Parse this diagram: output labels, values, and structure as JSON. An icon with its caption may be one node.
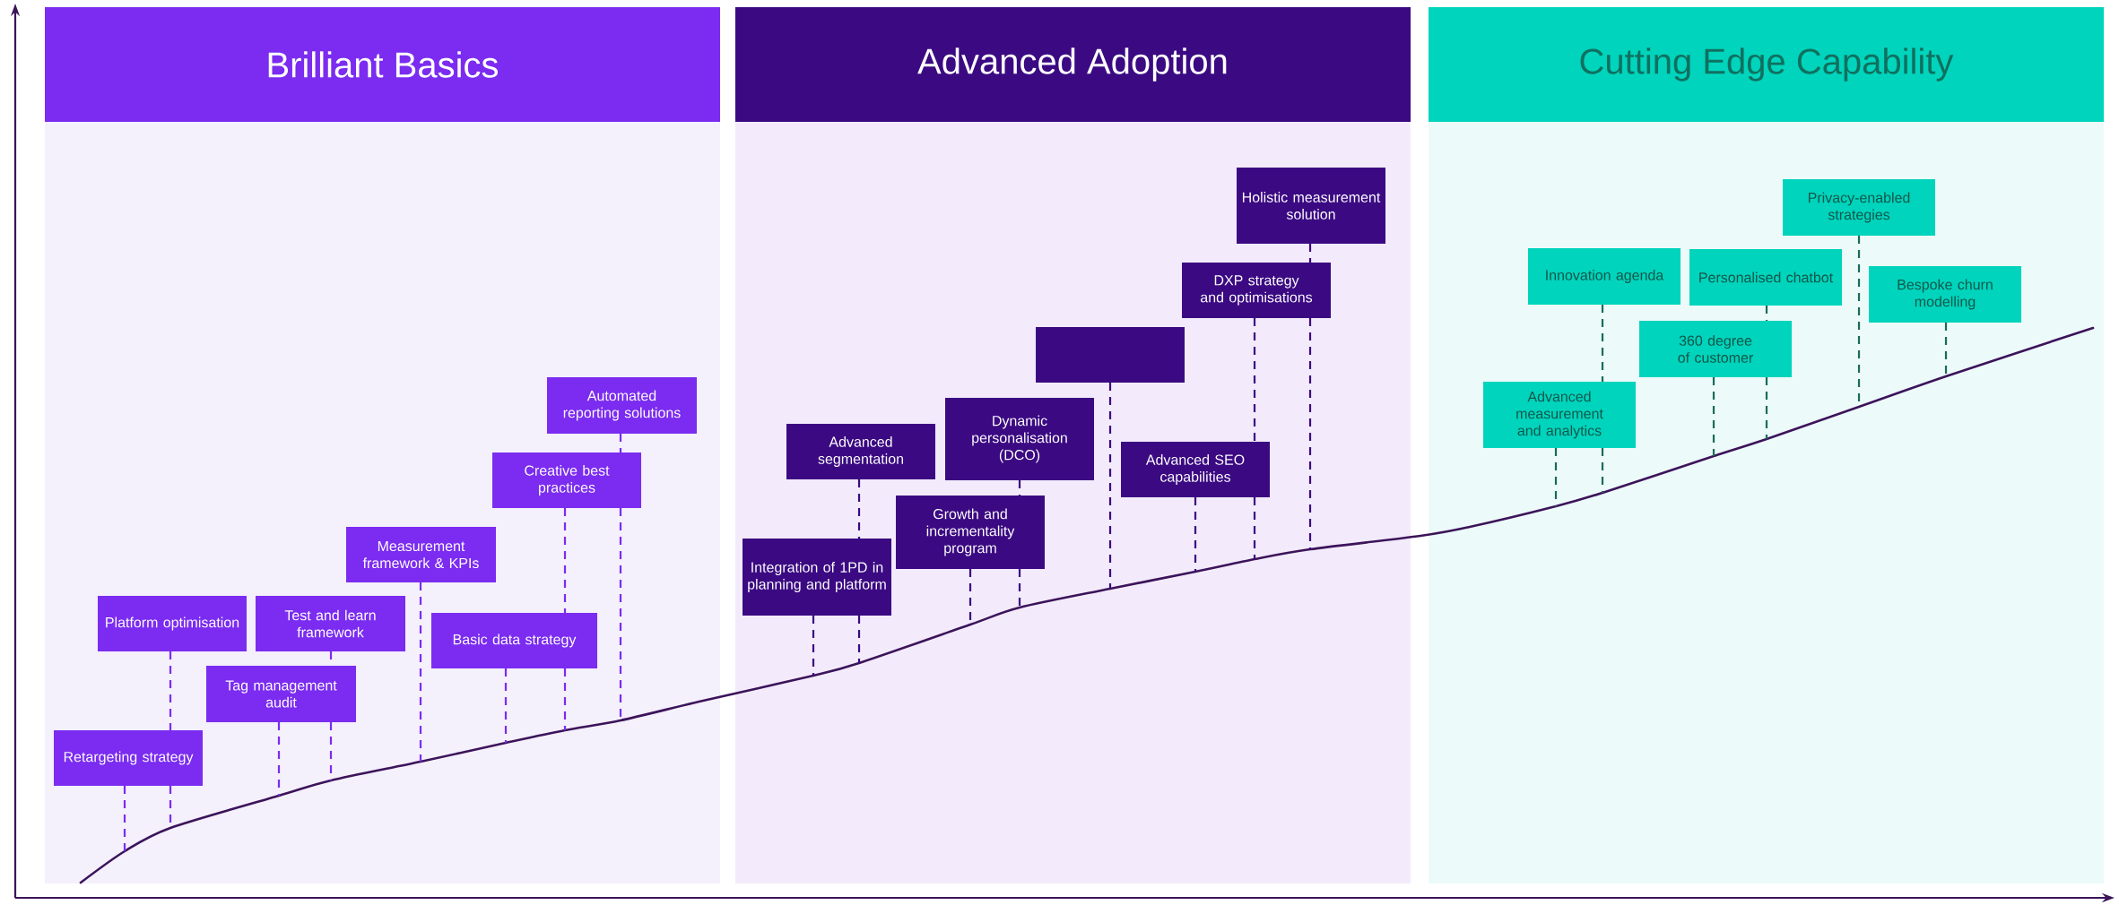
{
  "diagram": {
    "nodes": [
      {
        "text": [
          "Brilliant Basics"
        ]
      },
      {
        "text": [
          "Retargeting strategy"
        ],
        "in": 0
      },
      {
        "text": [
          "Platform optimisation"
        ],
        "in": 0
      },
      {
        "text": [
          "Tag management audit"
        ],
        "in": 0
      },
      {
        "text": [
          "Test and learn framework"
        ],
        "in": 0
      },
      {
        "text": [
          "Measurement framework & KPIs"
        ],
        "in": 0
      },
      {
        "text": [
          "Basic data strategy"
        ],
        "in": 0
      },
      {
        "text": [
          "Creative best practices"
        ],
        "in": 0
      },
      {
        "text": [
          "Automated reporting solutions"
        ],
        "in": 0
      },
      {
        "text": [
          "Advanced Adoption"
        ]
      },
      {
        "text": [
          "Integration of 1PD in planning and platform"
        ],
        "in": 9
      },
      {
        "text": [
          "Advanced segmentation"
        ],
        "in": 9
      },
      {
        "text": [
          "Growth and incrementality program"
        ],
        "in": 9
      },
      {
        "text": [
          "Dynamic personalisation (DCO)"
        ],
        "in": 9
      },
      {
        "text": [],
        "shape": "box",
        "in": 9
      },
      {
        "text": [
          "Advanced SEO capabilities"
        ],
        "in": 9
      },
      {
        "text": [
          "DXP strategy and optimisations"
        ],
        "in": 9
      },
      {
        "text": [
          "Holistic measurement solution"
        ],
        "in": 9
      },
      {
        "text": [
          "Cutting Edge Capability"
        ]
      },
      {
        "text": [
          "Advanced measurement and analytics"
        ],
        "in": 18
      },
      {
        "text": [
          "Innovation agenda"
        ],
        "in": 18
      },
      {
        "text": [
          "360 degree of customer"
        ],
        "in": 18
      },
      {
        "text": [
          "Personalised chatbot"
        ],
        "in": 18
      },
      {
        "text": [
          "Privacy-enabled strategies"
        ],
        "in": 18
      },
      {
        "text": [
          "Bespoke churn modelling"
        ],
        "in": 18
      }
    ],
    "edges": [
      {
        "from": 1,
        "to": null,
        "arrow": "none",
        "style": "dashed",
        "color": "#7b2cf0"
      },
      {
        "from": 2,
        "to": null,
        "arrow": "none",
        "style": "dashed",
        "color": "#7b2cf0"
      },
      {
        "from": 3,
        "to": null,
        "arrow": "none",
        "style": "dashed",
        "color": "#7b2cf0"
      },
      {
        "from": 4,
        "to": null,
        "arrow": "none",
        "style": "dashed",
        "color": "#7b2cf0"
      },
      {
        "from": 5,
        "to": null,
        "arrow": "none",
        "style": "dashed",
        "color": "#7b2cf0"
      },
      {
        "from": 6,
        "to": null,
        "arrow": "none",
        "style": "dashed",
        "color": "#7b2cf0"
      },
      {
        "from": 7,
        "to": null,
        "arrow": "none",
        "style": "dashed",
        "color": "#7b2cf0"
      },
      {
        "from": 8,
        "to": null,
        "arrow": "none",
        "style": "dashed",
        "color": "#7b2cf0"
      },
      {
        "from": 10,
        "to": null,
        "arrow": "none",
        "style": "dashed",
        "color": "#3b0a82"
      },
      {
        "from": 11,
        "to": null,
        "arrow": "none",
        "style": "dashed",
        "color": "#3b0a82"
      },
      {
        "from": 12,
        "to": null,
        "arrow": "none",
        "style": "dashed",
        "color": "#3b0a82"
      },
      {
        "from": 13,
        "to": null,
        "arrow": "none",
        "style": "dashed",
        "color": "#3b0a82"
      },
      {
        "from": 14,
        "to": null,
        "arrow": "none",
        "style": "dashed",
        "color": "#3b0a82"
      },
      {
        "from": 15,
        "to": null,
        "arrow": "none",
        "style": "dashed",
        "color": "#3b0a82"
      },
      {
        "from": 16,
        "to": null,
        "arrow": "none",
        "style": "dashed",
        "color": "#3b0a82"
      },
      {
        "from": 17,
        "to": null,
        "arrow": "none",
        "style": "dashed",
        "color": "#3b0a82"
      },
      {
        "from": 19,
        "to": null,
        "arrow": "none",
        "style": "dashed",
        "color": "#1a6b5a"
      },
      {
        "from": 20,
        "to": null,
        "arrow": "none",
        "style": "dashed",
        "color": "#1a6b5a"
      },
      {
        "from": 21,
        "to": null,
        "arrow": "none",
        "style": "dashed",
        "color": "#1a6b5a"
      },
      {
        "from": 22,
        "to": null,
        "arrow": "none",
        "style": "dashed",
        "color": "#1a6b5a"
      },
      {
        "from": 23,
        "to": null,
        "arrow": "none",
        "style": "dashed",
        "color": "#1a6b5a"
      },
      {
        "from": 24,
        "to": null,
        "arrow": "none",
        "style": "dashed",
        "color": "#1a6b5a"
      }
    ]
  }
}
